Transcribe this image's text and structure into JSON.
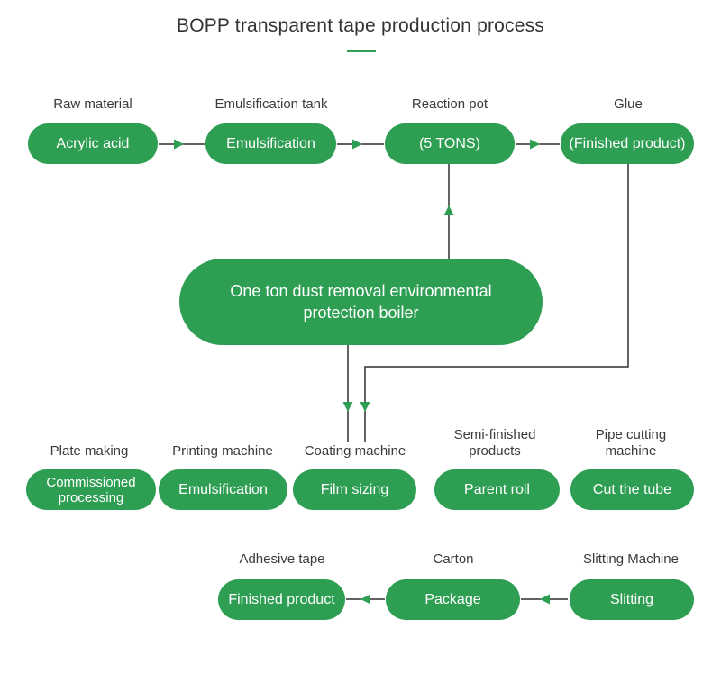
{
  "title": "BOPP transparent tape production process",
  "colors": {
    "accent_green": "#2e9e53",
    "connector_line": "#2f2f2f",
    "label_text": "#3a3a3a",
    "pill_text": "#ffffff"
  },
  "flow": {
    "row1": [
      {
        "label": "Raw material",
        "pill": "Acrylic acid"
      },
      {
        "label": "Emulsification tank",
        "pill": "Emulsification"
      },
      {
        "label": "Reaction pot",
        "pill": "(5 TONS)"
      },
      {
        "label": "Glue",
        "pill": "(Finished product)"
      }
    ],
    "boiler": "One ton dust removal environmental protection boiler",
    "row2": [
      {
        "label": "Plate making",
        "pill": "Commissioned\nprocessing"
      },
      {
        "label": "Printing machine",
        "pill": "Emulsification"
      },
      {
        "label": "Coating machine",
        "pill": "Film sizing"
      },
      {
        "label": "Semi-finished\nproducts",
        "pill": "Parent roll"
      },
      {
        "label": "Pipe cutting\nmachine",
        "pill": "Cut the tube"
      }
    ],
    "row3": [
      {
        "label": "Adhesive tape",
        "pill": "Finished product"
      },
      {
        "label": "Carton",
        "pill": "Package"
      },
      {
        "label": "Slitting Machine",
        "pill": "Slitting"
      }
    ]
  }
}
